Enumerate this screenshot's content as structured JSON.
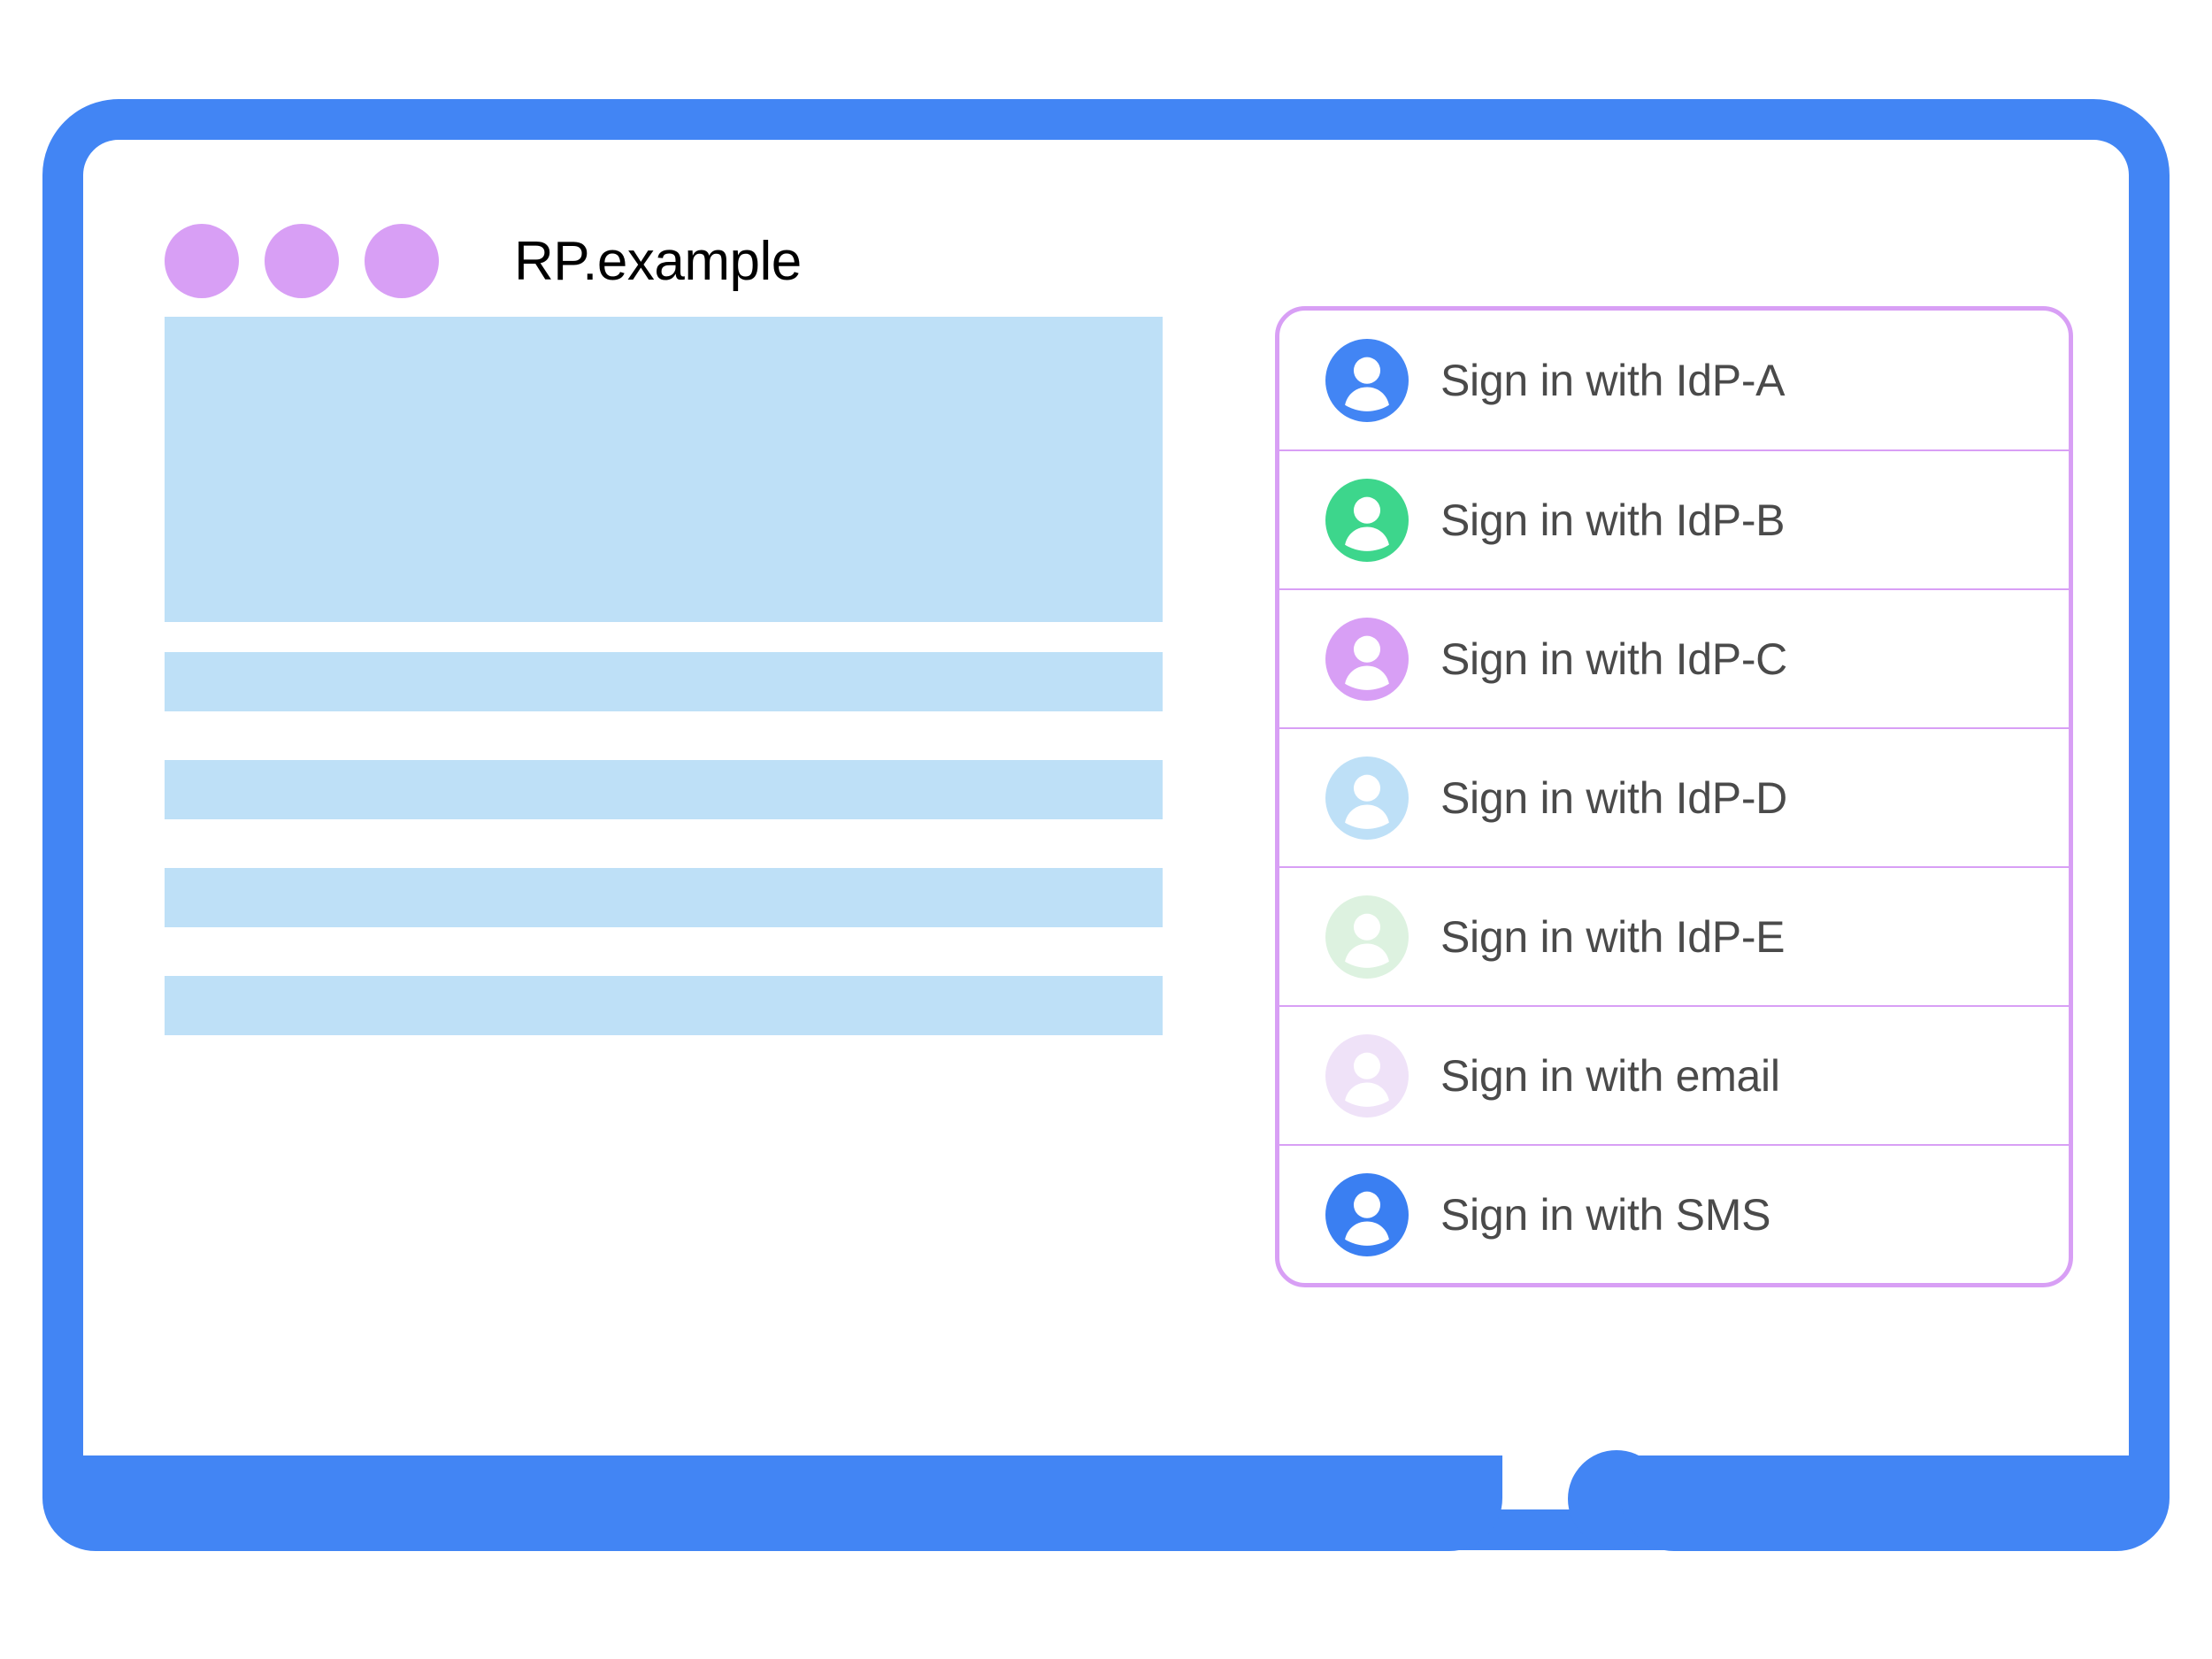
{
  "window": {
    "title": "RP.example",
    "dots": [
      {
        "name": "window-dot-1",
        "color": "#D89FF5"
      },
      {
        "name": "window-dot-2",
        "color": "#D89FF5"
      },
      {
        "name": "window-dot-3",
        "color": "#D89FF5"
      }
    ],
    "frame_color": "#4285F4",
    "home_button": "home-button"
  },
  "content": {
    "placeholder_color": "#BEE0F7",
    "blocks": [
      {
        "kind": "hero"
      },
      {
        "kind": "bar"
      },
      {
        "kind": "bar"
      },
      {
        "kind": "bar"
      },
      {
        "kind": "bar"
      }
    ]
  },
  "signin_panel": {
    "border_color": "#D89FF5",
    "divider_color": "#D89FF5",
    "label_color": "#4A4A4A",
    "items": [
      {
        "id": "idp-a",
        "label": "Sign in with IdP-A",
        "avatar_icon": "person-avatar-icon",
        "avatar_color": "#4285F4"
      },
      {
        "id": "idp-b",
        "label": "Sign in with IdP-B",
        "avatar_icon": "person-avatar-icon",
        "avatar_color": "#3DD68C"
      },
      {
        "id": "idp-c",
        "label": "Sign in with IdP-C",
        "avatar_icon": "person-avatar-icon",
        "avatar_color": "#D89FF5"
      },
      {
        "id": "idp-d",
        "label": "Sign in with IdP-D",
        "avatar_icon": "person-avatar-icon",
        "avatar_color": "#BEE0F7"
      },
      {
        "id": "idp-e",
        "label": "Sign in with IdP-E",
        "avatar_icon": "person-avatar-icon",
        "avatar_color": "#DDF2E0"
      },
      {
        "id": "email",
        "label": "Sign in with email",
        "avatar_icon": "person-avatar-icon",
        "avatar_color": "#EFE2F8"
      },
      {
        "id": "sms",
        "label": "Sign in with SMS",
        "avatar_icon": "person-avatar-icon",
        "avatar_color": "#3A7FF2"
      }
    ]
  }
}
